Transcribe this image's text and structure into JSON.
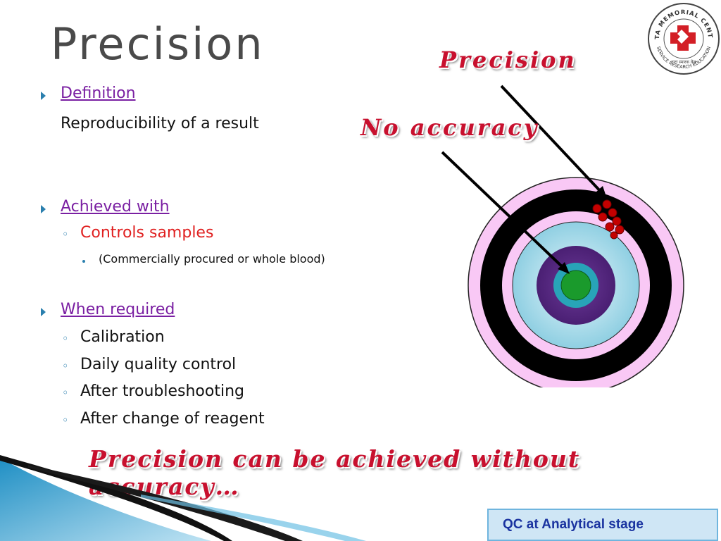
{
  "slide": {
    "title": "Precision",
    "sections": [
      {
        "heading": "Definition",
        "body_bold": "Reproducibility",
        "body_rest": " of a result"
      },
      {
        "heading": "Achieved with",
        "sub": "Controls samples",
        "subsub": "(Commercially procured or whole blood)"
      },
      {
        "heading": "When required",
        "items": [
          "Calibration",
          "Daily quality control",
          "After troubleshooting",
          "After change of reagent"
        ]
      }
    ]
  },
  "diagram": {
    "label_precision": "Precision",
    "label_no_accuracy": "No accuracy",
    "ring_colors": [
      "#f9c8f5",
      "#000000",
      "#ffffff",
      "#a6d8e8",
      "#5b2a86",
      "#28a4b8",
      "#1a9a2c"
    ]
  },
  "footer": {
    "tagline": "Precision can be achieved without accuracy…",
    "qc_label": "QC at  Analytical stage"
  },
  "logo": {
    "text_top": "TATA MEMORIAL CENTRE",
    "text_bottom": "SERVICE  RESEARCH  EDUCATION",
    "text_hindi": "टाटा स्मारक केंद्र"
  },
  "colors": {
    "heading": "#7a1fa2",
    "accent_red": "#e02020",
    "bullet": "#2a7fae",
    "wordart": "#c8102e"
  }
}
